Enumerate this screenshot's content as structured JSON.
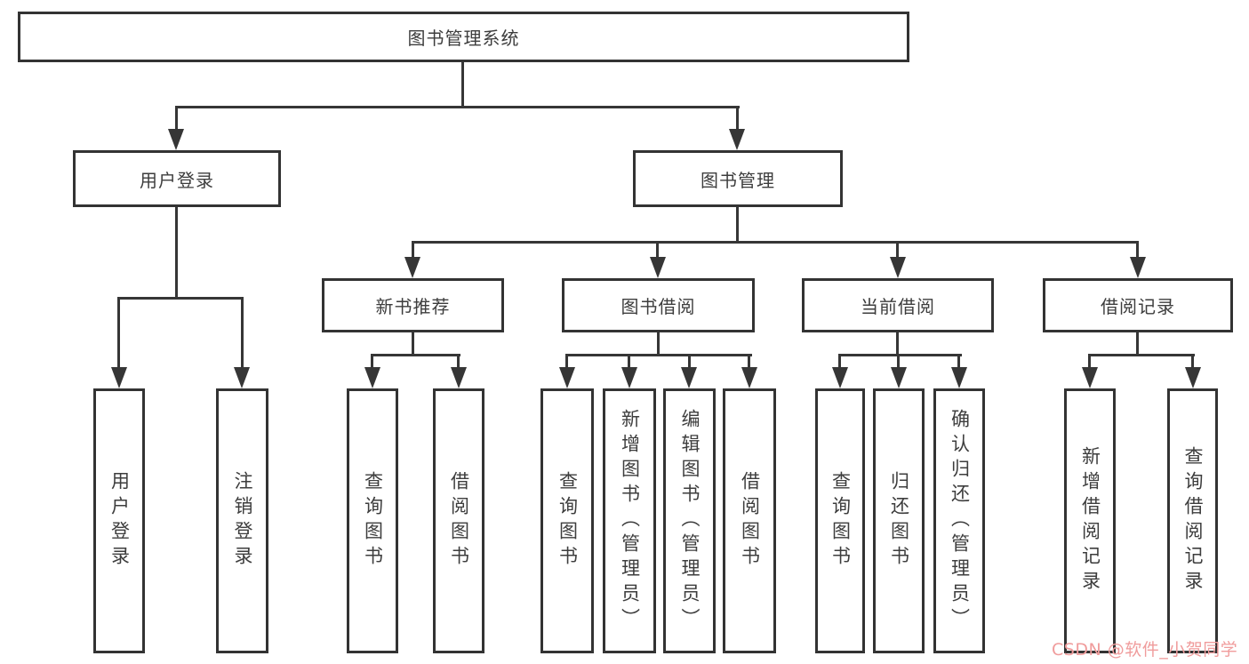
{
  "diagram": {
    "root": "图书管理系统",
    "level2": [
      "用户登录",
      "图书管理"
    ],
    "level3": [
      "新书推荐",
      "图书借阅",
      "当前借阅",
      "借阅记录"
    ],
    "leaves": {
      "user_login": [
        "用户登录",
        "注销登录"
      ],
      "new_book": [
        "查询图书",
        "借阅图书"
      ],
      "book_borrow": [
        "查询图书",
        "新增图书（管理员）",
        "编辑图书（管理员）",
        "借阅图书"
      ],
      "current_borrow": [
        "查询图书",
        "归还图书",
        "确认归还（管理员）"
      ],
      "borrow_record": [
        "新增借阅记录",
        "查询借阅记录"
      ]
    }
  },
  "watermark": {
    "text": "CSDN @软件_小贺同学",
    "color": "#f09c9c"
  },
  "colors": {
    "background": "#ffffff",
    "box_border": "#333333",
    "line": "#363636",
    "text": "#3d3d3d"
  }
}
